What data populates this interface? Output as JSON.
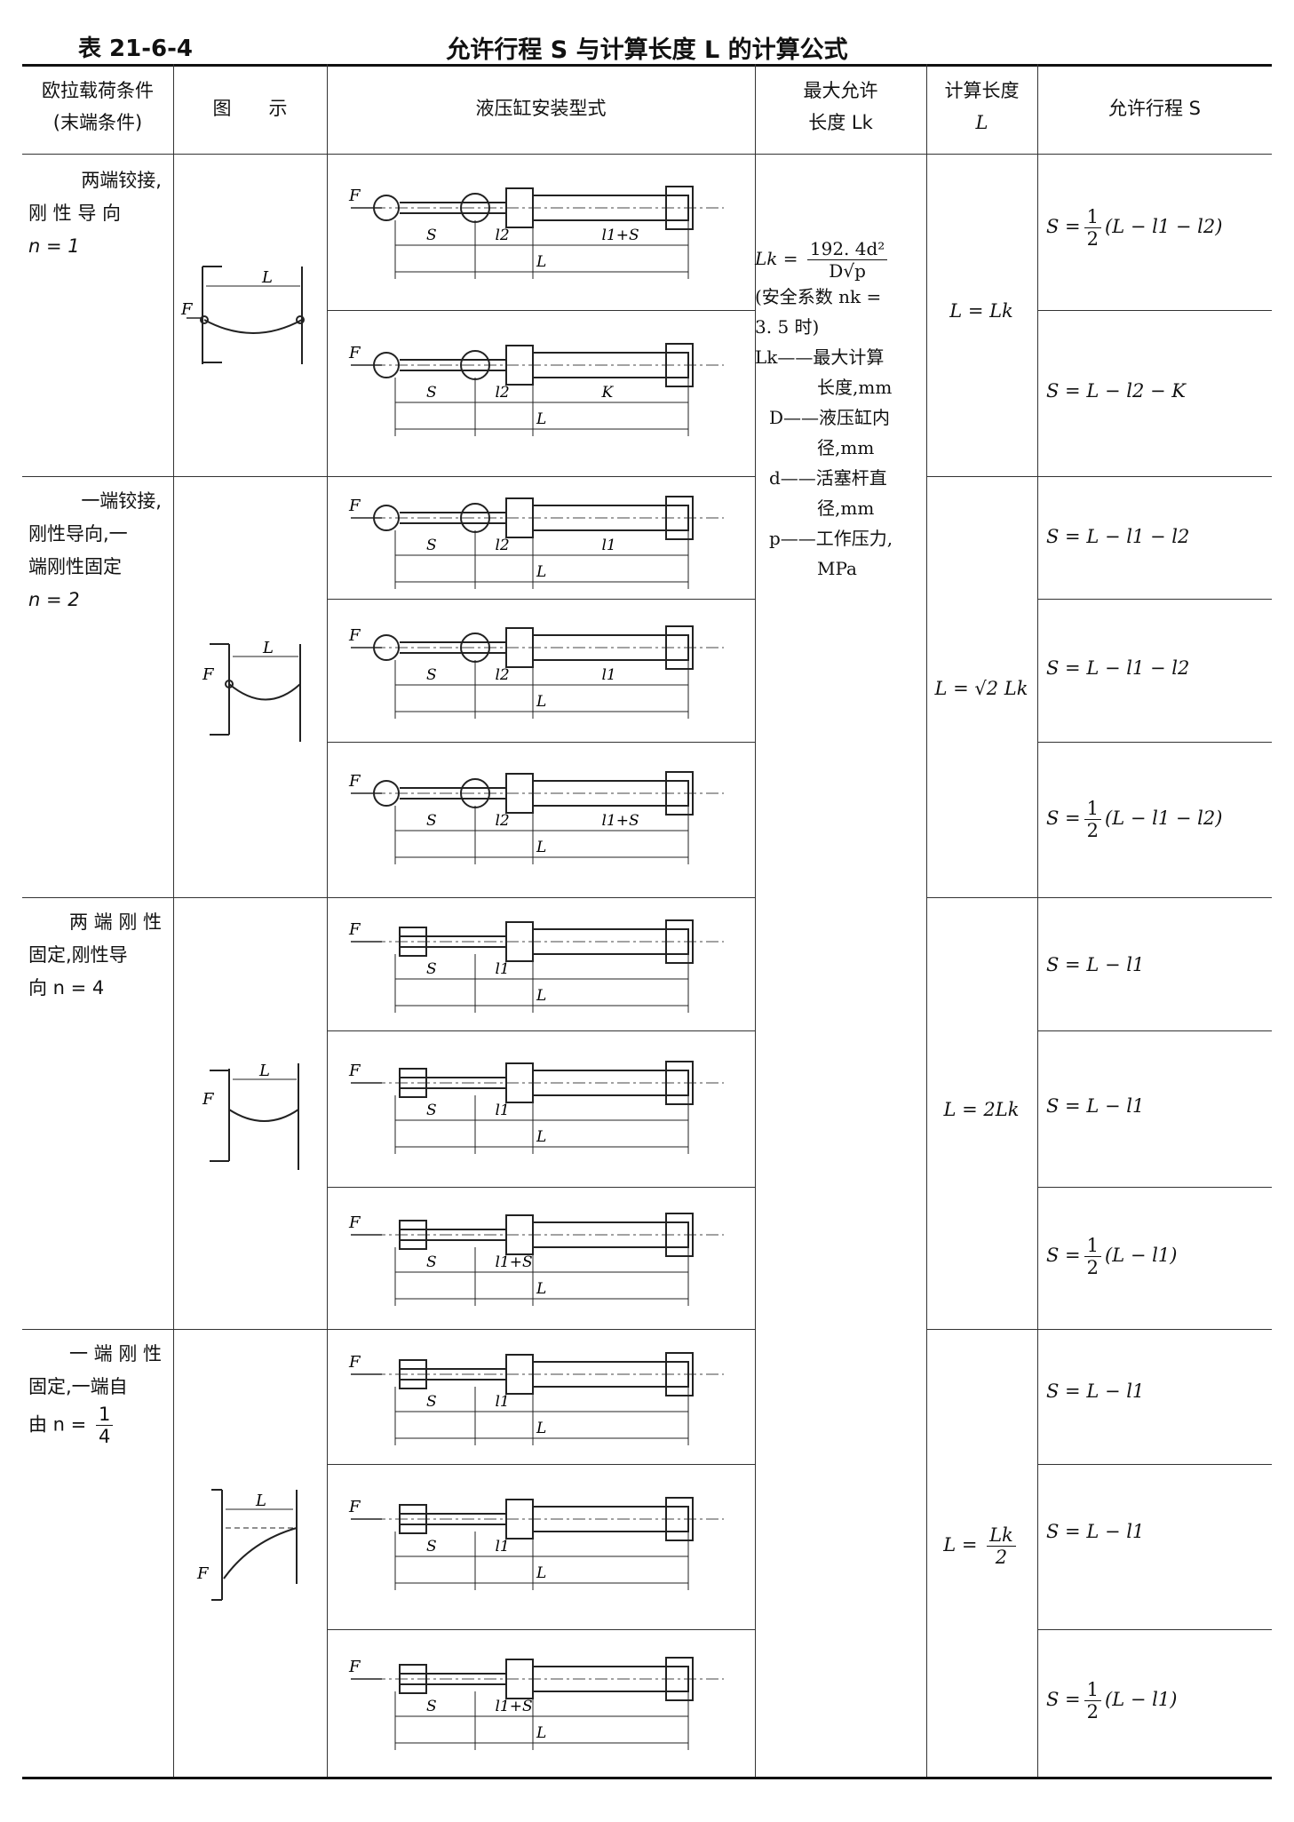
{
  "table": {
    "caption": "表 21-6-4",
    "title": "允许行程 S 与计算长度 L 的计算公式",
    "headers": {
      "condition_1": "欧拉载荷条件",
      "condition_2": "(末端条件)",
      "figure": "图　　示",
      "mounting": "液压缸安装型式",
      "max_len_1": "最大允许",
      "max_len_2": "长度 Lk",
      "calc_len_1": "计算长度",
      "calc_len_2": "L",
      "stroke": "允许行程 S"
    },
    "conditions": [
      {
        "line1": "两端铰接,",
        "line2": "刚 性 导 向",
        "line3": "n = 1"
      },
      {
        "line1": "一端铰接,",
        "line2": "刚性导向,一",
        "line3": "端刚性固定",
        "line4": "n = 2"
      },
      {
        "line1": "两 端 刚 性",
        "line2": "固定,刚性导",
        "line3": "向 n = 4"
      },
      {
        "line1": "一 端 刚 性",
        "line2": "固定,一端自",
        "line3": "由 n =",
        "frac_num": "1",
        "frac_den": "4"
      }
    ],
    "lk_formula": {
      "lhs": "Lk =",
      "num": "192. 4d²",
      "den": "D√p",
      "note1": "(安全系数 nk =",
      "note2": "3. 5 时)",
      "def_lk_1": "Lk——最大计算",
      "def_lk_2": "长度,mm",
      "def_D_1": "D——液压缸内",
      "def_D_2": "径,mm",
      "def_d_1": "d——活塞杆直",
      "def_d_2": "径,mm",
      "def_p_1": "p——工作压力,",
      "def_p_2": "MPa"
    },
    "calc_lengths": [
      "L = Lk",
      "L = √2 Lk",
      "L = 2Lk",
      "L ="
    ],
    "calc_length_frac": {
      "num": "Lk",
      "den": "2"
    },
    "strokes": [
      {
        "pre": "S =",
        "num": "1",
        "den": "2",
        "post": "(L − l1 − l2)"
      },
      {
        "pre": "S = L − l2 − K"
      },
      {
        "pre": "S = L − l1 − l2"
      },
      {
        "pre": "S = L − l1 − l2"
      },
      {
        "pre": "S =",
        "num": "1",
        "den": "2",
        "post": "(L − l1 − l2)"
      },
      {
        "pre": "S = L − l1"
      },
      {
        "pre": "S = L − l1"
      },
      {
        "pre": "S =",
        "num": "1",
        "den": "2",
        "post": "(L − l1)"
      },
      {
        "pre": "S = L − l1"
      },
      {
        "pre": "S = L − l1"
      },
      {
        "pre": "S =",
        "num": "1",
        "den": "2",
        "post": "(L − l1)"
      }
    ],
    "drawing_labels": {
      "force": "F",
      "length": "L",
      "stroke": "S",
      "l1": "l1",
      "l2": "l2",
      "l1s": "l1+S",
      "k": "K"
    }
  }
}
